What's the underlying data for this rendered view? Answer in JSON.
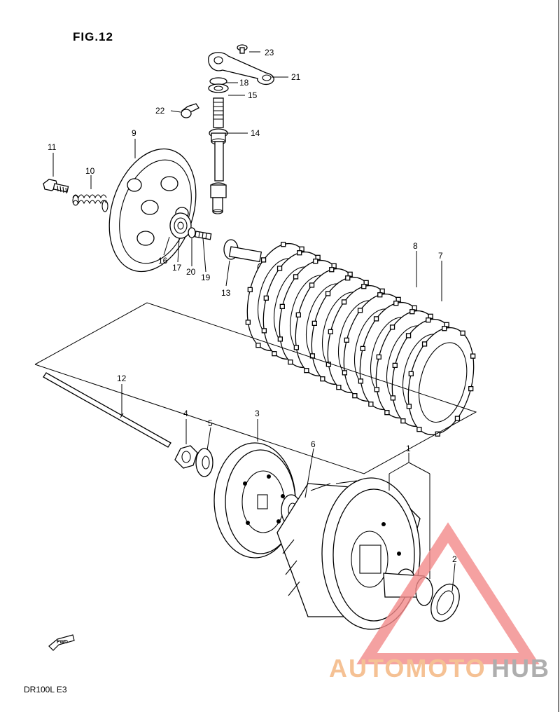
{
  "figure": {
    "title": "FIG.12",
    "footer": "DR100L  E3",
    "fwd_label": "FWD"
  },
  "callouts": [
    {
      "id": "23",
      "text": "23"
    },
    {
      "id": "21",
      "text": "21"
    },
    {
      "id": "18",
      "text": "18"
    },
    {
      "id": "15",
      "text": "15"
    },
    {
      "id": "22",
      "text": "22"
    },
    {
      "id": "14",
      "text": "14"
    },
    {
      "id": "9",
      "text": "9"
    },
    {
      "id": "11",
      "text": "11"
    },
    {
      "id": "10",
      "text": "10"
    },
    {
      "id": "16",
      "text": "16"
    },
    {
      "id": "17",
      "text": "17"
    },
    {
      "id": "20",
      "text": "20"
    },
    {
      "id": "19",
      "text": "19"
    },
    {
      "id": "13",
      "text": "13"
    },
    {
      "id": "8",
      "text": "8"
    },
    {
      "id": "7",
      "text": "7"
    },
    {
      "id": "12",
      "text": "12"
    },
    {
      "id": "4",
      "text": "4"
    },
    {
      "id": "5",
      "text": "5"
    },
    {
      "id": "3",
      "text": "3"
    },
    {
      "id": "6",
      "text": "6"
    },
    {
      "id": "1",
      "text": "1"
    },
    {
      "id": "2",
      "text": "2"
    }
  ],
  "watermark": {
    "text_a": "AUTOMOTO",
    "text_b": "HUB",
    "color_a": "#f3b27a",
    "color_b": "#9a9a9a",
    "triangle_color": "#f28a8a"
  }
}
